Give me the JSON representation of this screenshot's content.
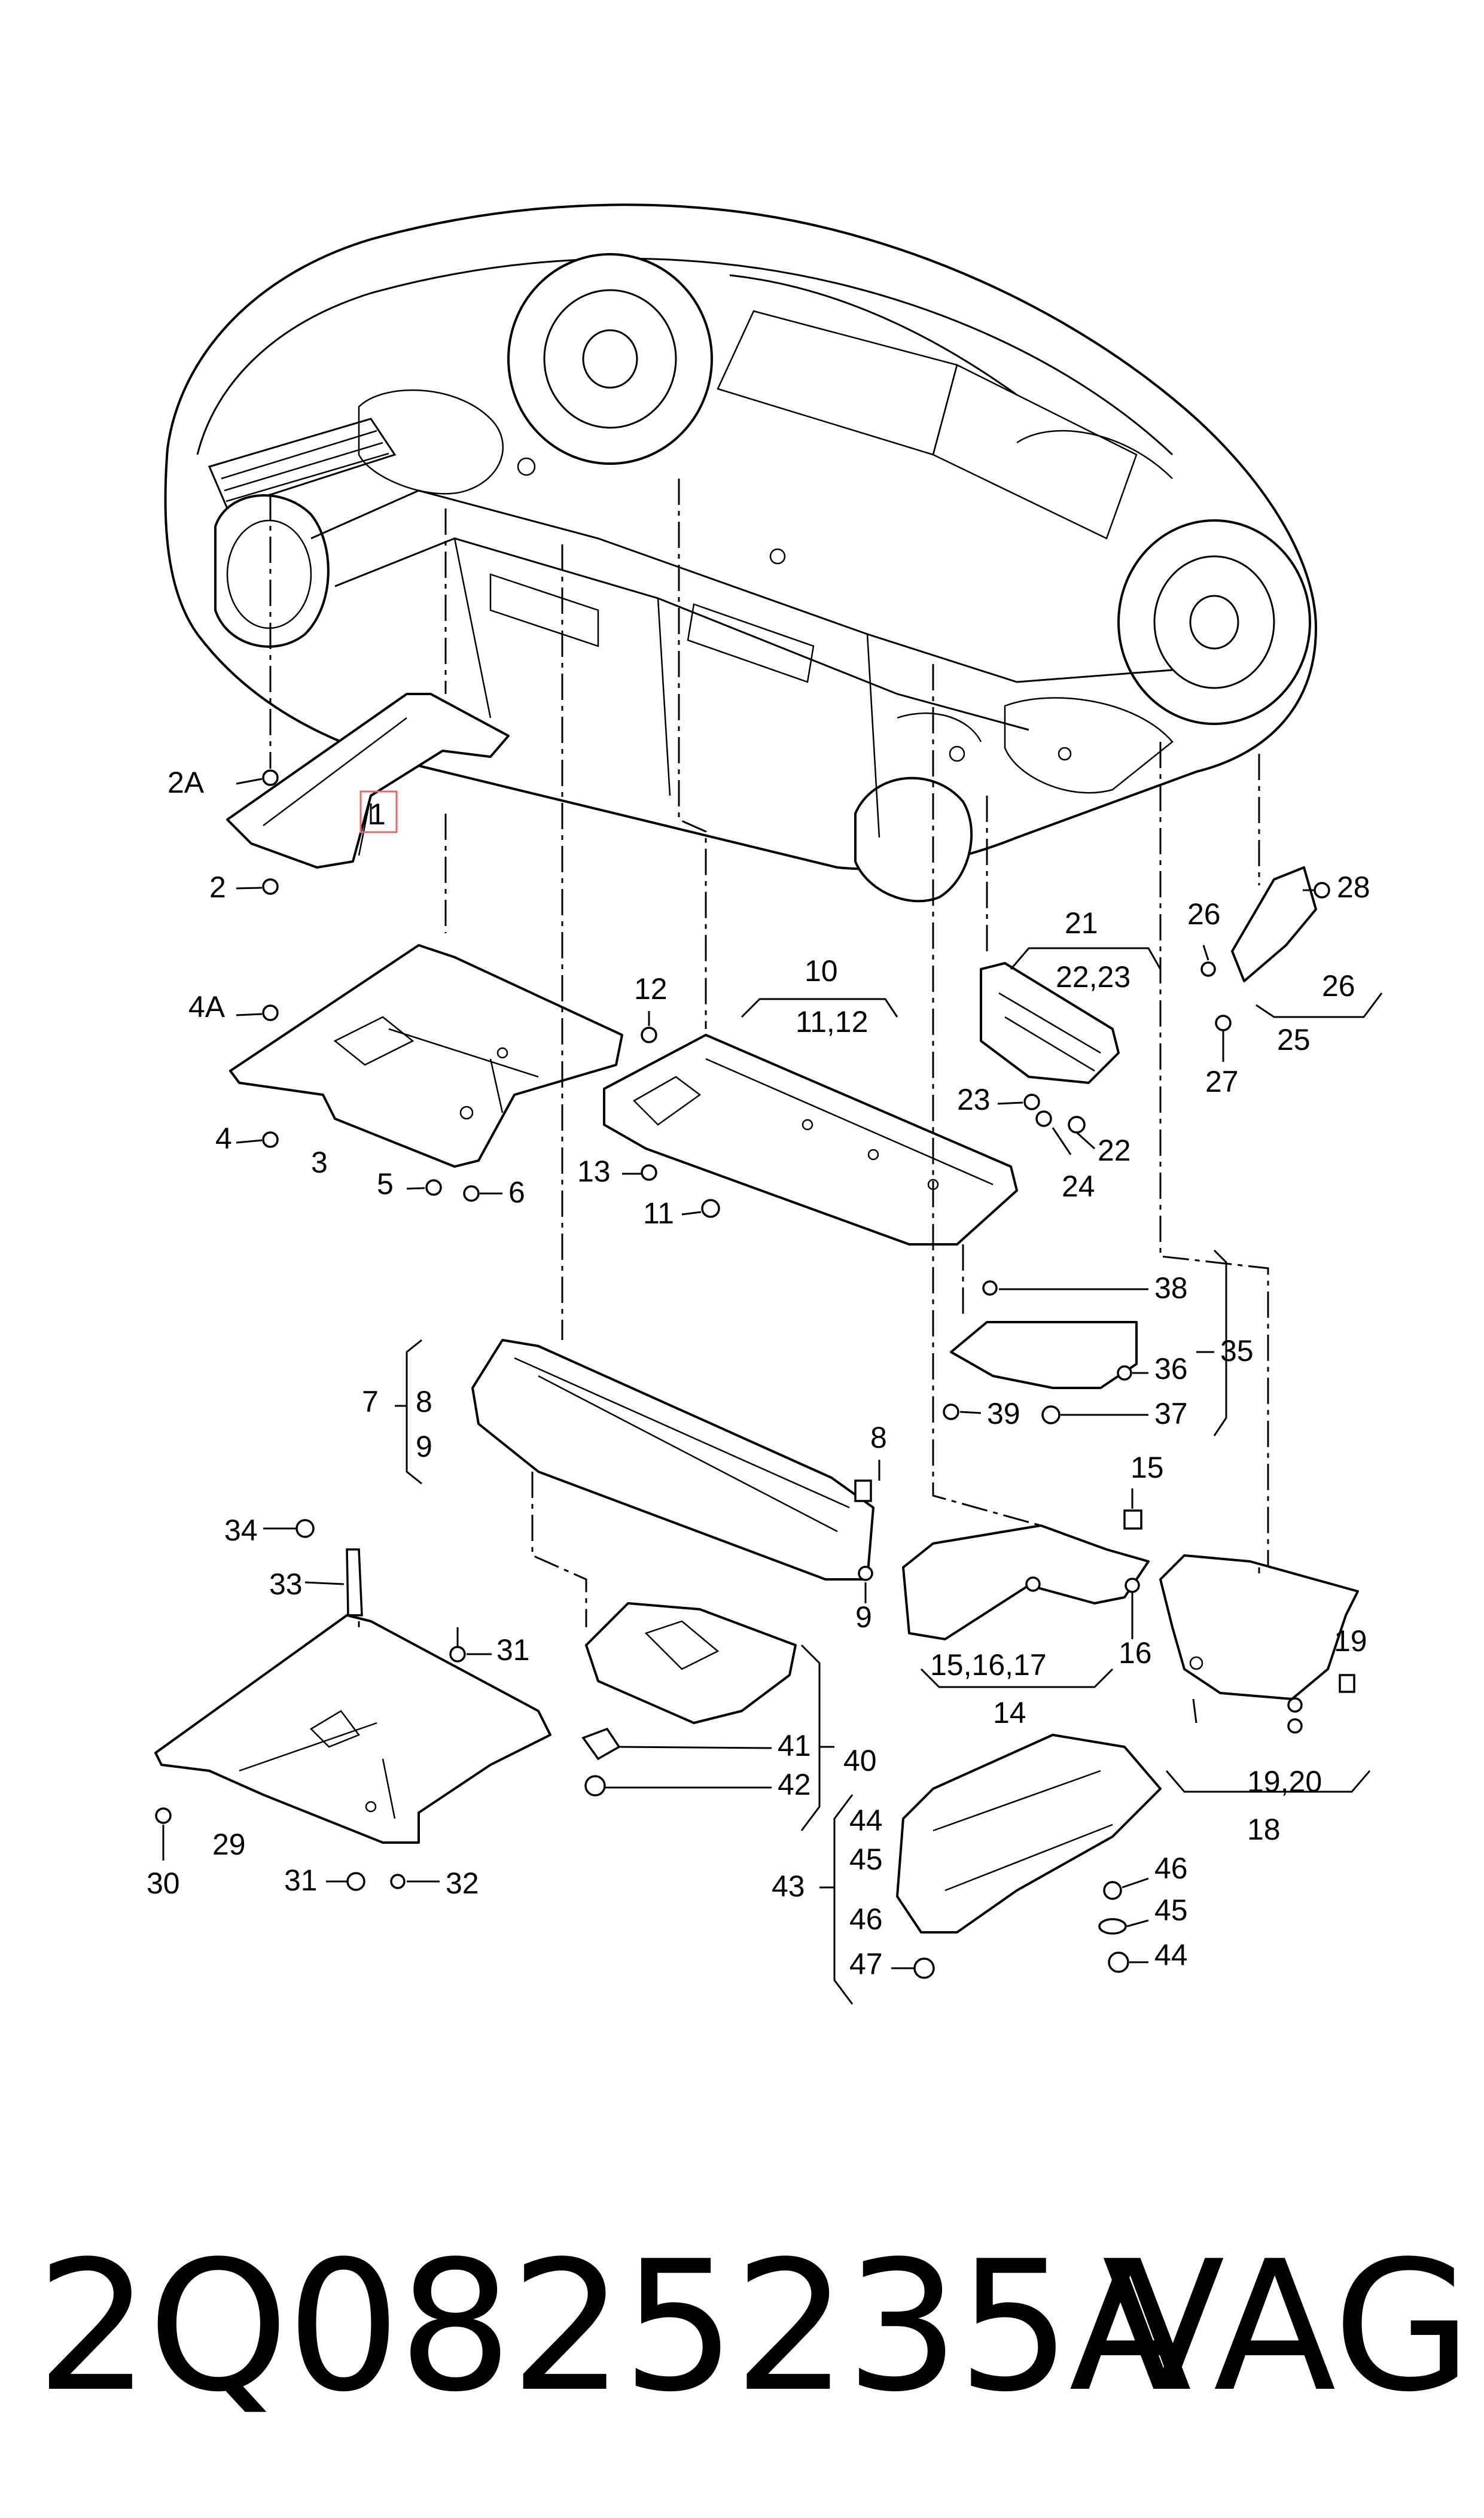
{
  "part_number": "2Q0825235A",
  "brand": "VAG",
  "highlighted_callout": "1",
  "callouts": {
    "c1": "1",
    "c2": "2",
    "c2a": "2A",
    "c3": "3",
    "c4": "4",
    "c4a": "4A",
    "c5": "5",
    "c6": "6",
    "c7": "7",
    "c8a": "8",
    "c8b": "8",
    "c9a": "9",
    "c9b": "9",
    "c10": "10",
    "c11": "11",
    "c11_12": "11,12",
    "c12": "12",
    "c13": "13",
    "c14": "14",
    "c15": "15",
    "c15_16_17": "15,16,17",
    "c16": "16",
    "c18": "18",
    "c19": "19",
    "c19_20": "19,20",
    "c21": "21",
    "c22": "22",
    "c22_23": "22,23",
    "c23": "23",
    "c24": "24",
    "c25": "25",
    "c26a": "26",
    "c26b": "26",
    "c27": "27",
    "c28": "28",
    "c29": "29",
    "c30": "30",
    "c31a": "31",
    "c31b": "31",
    "c32": "32",
    "c33": "33",
    "c34": "34",
    "c35": "35",
    "c36": "36",
    "c37": "37",
    "c38": "38",
    "c39": "39",
    "c40": "40",
    "c41": "41",
    "c42": "42",
    "c43": "43",
    "c44a": "44",
    "c44b": "44",
    "c45a": "45",
    "c45b": "45",
    "c46a": "46",
    "c46b": "46",
    "c47": "47"
  }
}
